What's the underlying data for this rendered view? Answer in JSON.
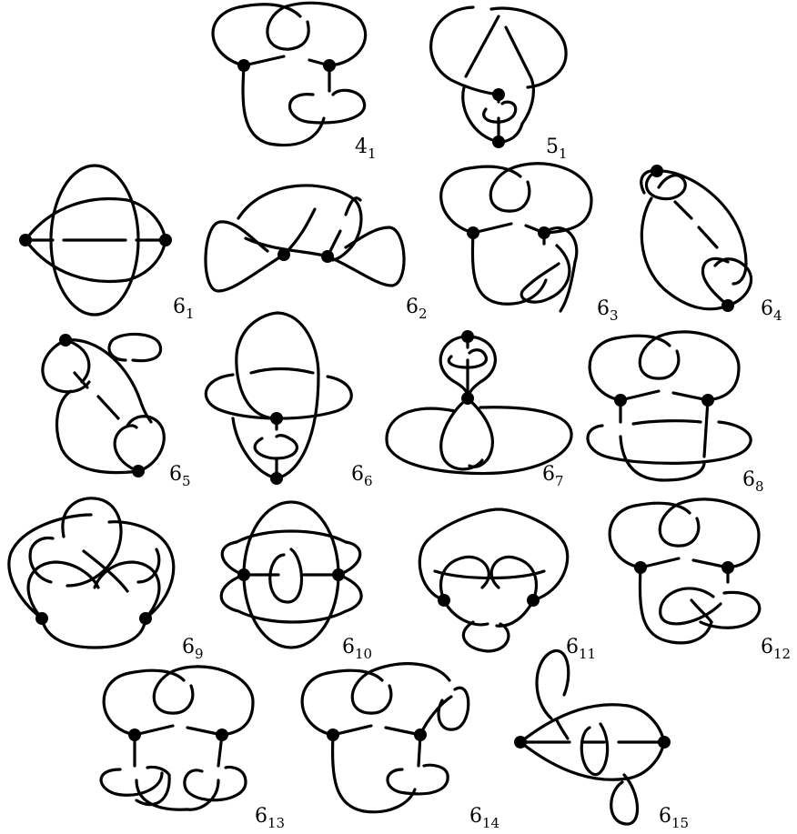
{
  "figures": [
    {
      "id": "4_1",
      "main": "4",
      "sub": "1"
    },
    {
      "id": "5_1",
      "main": "5",
      "sub": "1"
    },
    {
      "id": "6_1",
      "main": "6",
      "sub": "1"
    },
    {
      "id": "6_2",
      "main": "6",
      "sub": "2"
    },
    {
      "id": "6_3",
      "main": "6",
      "sub": "3"
    },
    {
      "id": "6_4",
      "main": "6",
      "sub": "4"
    },
    {
      "id": "6_5",
      "main": "6",
      "sub": "5"
    },
    {
      "id": "6_6",
      "main": "6",
      "sub": "6"
    },
    {
      "id": "6_7",
      "main": "6",
      "sub": "7"
    },
    {
      "id": "6_8",
      "main": "6",
      "sub": "8"
    },
    {
      "id": "6_9",
      "main": "6",
      "sub": "9"
    },
    {
      "id": "6_10",
      "main": "6",
      "sub": "10"
    },
    {
      "id": "6_11",
      "main": "6",
      "sub": "11"
    },
    {
      "id": "6_12",
      "main": "6",
      "sub": "12"
    },
    {
      "id": "6_13",
      "main": "6",
      "sub": "13"
    },
    {
      "id": "6_14",
      "main": "6",
      "sub": "14"
    },
    {
      "id": "6_15",
      "main": "6",
      "sub": "15"
    }
  ],
  "colors": {
    "stroke": "#000000",
    "background": "#ffffff"
  }
}
